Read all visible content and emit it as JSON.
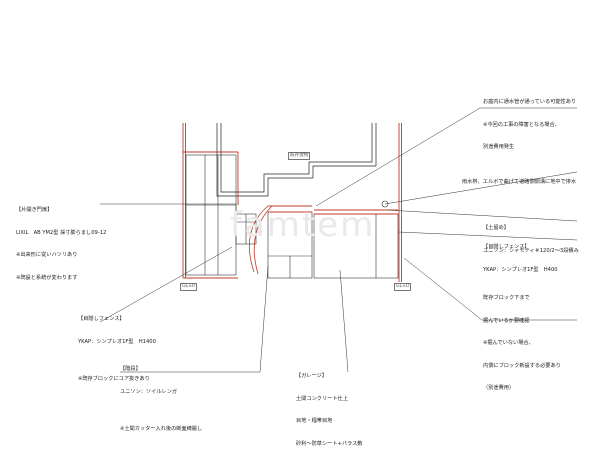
{
  "watermark": "famtem",
  "tags": {
    "permit": "既存建物",
    "left_marker": "GL±0",
    "right_marker": "GL±0"
  },
  "notes": {
    "top_right": [
      "お庭内に通水管が通っている可能性あり",
      "※今回の工事の障害となる場合、",
      "別途費用発生"
    ],
    "rainwater": [
      "雨水桝、エルボで曲げて道路側側溝に地中で排水"
    ],
    "paving": [
      "【土留め】",
      "ユニソン：シャモティ＃120/2〜3段積み"
    ],
    "fence_right": [
      "【目隠しフェンス】",
      "YKAP：シンプレオ1F型　H400"
    ],
    "block_note": [
      "既存ブロック下まで",
      "掘んでいるか要確認",
      "※掘んでいない場合、",
      "内側にブロック新設する必要あり",
      "（別途費用）"
    ],
    "gate": [
      "【片開き門扉】",
      "LIXIL　AB YM2型 採寸膨らまし09-12",
      "※出来形に従いハツリあり",
      "※既設と系統が変わります"
    ],
    "fence_left": [
      "【目隠しフェンス】",
      "YKAP：シンプレオ1F型　H1400",
      "",
      "※既存ブロックにコア抜きあり"
    ],
    "steps": [
      "【階段】",
      "ユニソン：ソイルレンガ",
      "",
      "※土間カッター入れ後の断面綺麗し"
    ],
    "garage": [
      "【ガレージ】",
      "土間コンクリート仕上",
      "目地・幅帯目地",
      "砂利～防草シート+バラス敷"
    ]
  },
  "colors": {
    "wall": "#c0392b",
    "line": "#222222",
    "leader": "#333333",
    "watermark": "#e9e9e9"
  }
}
